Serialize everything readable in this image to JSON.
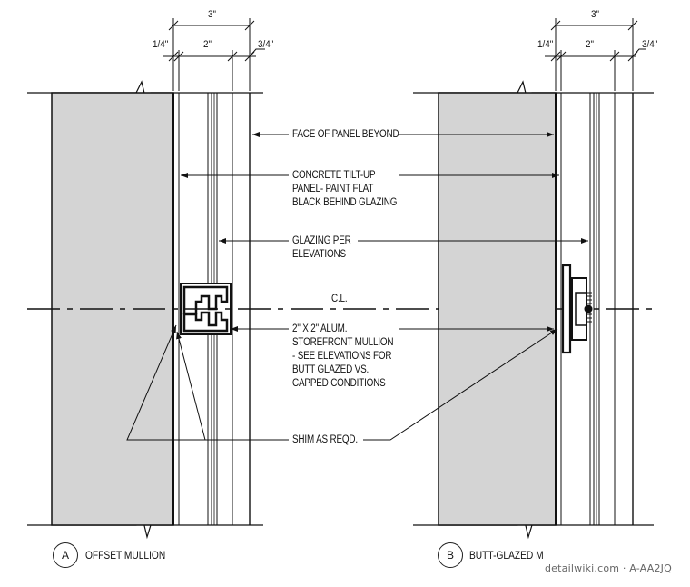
{
  "callouts": {
    "face_of_panel": "FACE OF PANEL BEYOND",
    "concrete_l1": "CONCRETE TILT-UP",
    "concrete_l2": "PANEL- PAINT FLAT",
    "concrete_l3": "BLACK BEHIND GLAZING",
    "glazing_l1": "GLAZING PER",
    "glazing_l2": "ELEVATIONS",
    "centerline": "C.L.",
    "mullion_l1": "2\" X 2\" ALUM.",
    "mullion_l2": "STOREFRONT MULLION",
    "mullion_l3": "- SEE ELEVATIONS FOR",
    "mullion_l4": "BUTT GLAZED VS.",
    "mullion_l5": "CAPPED CONDITIONS",
    "shim": "SHIM AS REQD."
  },
  "dimensions": {
    "detail_a": {
      "overall": "3\"",
      "left": "1/4\"",
      "middle": "2\"",
      "right": "3/4\""
    },
    "detail_b": {
      "overall": "3\"",
      "left": "1/4\"",
      "middle": "2\"",
      "right": "3/4\""
    }
  },
  "details": {
    "a": {
      "letter": "A",
      "title": "OFFSET MULLION"
    },
    "b": {
      "letter": "B",
      "title": "BUTT-GLAZED M"
    }
  },
  "credit": "detailwiki.com · A-AA2JQ",
  "colors": {
    "concrete_fill": "#d4d4d4",
    "linework": "#111111",
    "background": "#ffffff"
  }
}
